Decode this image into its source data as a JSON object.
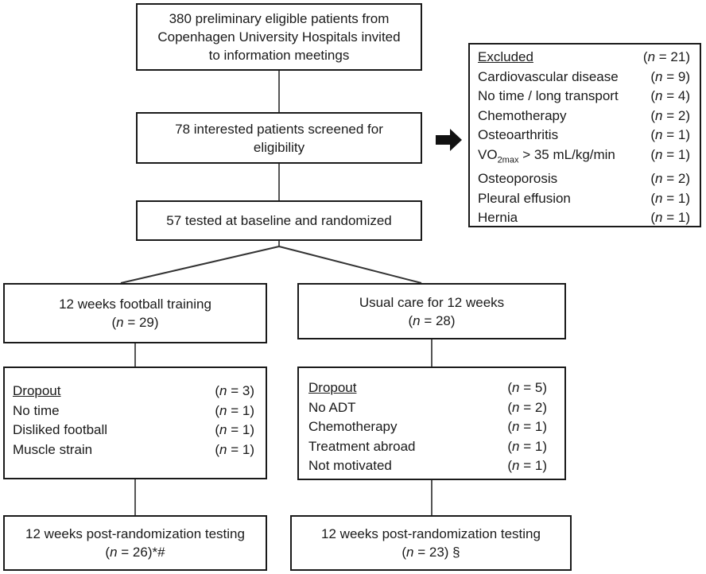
{
  "boxes": {
    "invited": {
      "lines": [
        "380 preliminary eligible patients from",
        "Copenhagen University Hospitals invited",
        "to information meetings"
      ]
    },
    "screened": {
      "lines": [
        "78 interested patients screened for",
        "eligibility"
      ]
    },
    "randomized": {
      "text": "57 tested at baseline and randomized"
    },
    "football": {
      "title": "12 weeks football training",
      "n_label": "n",
      "n_value": "= 29)"
    },
    "usual_care": {
      "title": "Usual care for 12 weeks",
      "n_label": "n",
      "n_value": "= 28)"
    },
    "post_left": {
      "title": "12 weeks post-randomization testing",
      "n_label": "n",
      "n_value": "= 26)*#"
    },
    "post_right": {
      "title": "12 weeks post-randomization testing",
      "n_label": "n",
      "n_value": "= 23) §"
    }
  },
  "excluded": {
    "header": "Excluded",
    "header_n": "= 21)",
    "items": [
      {
        "label": "Cardiovascular disease",
        "n": "= 9)"
      },
      {
        "label": "No time / long transport",
        "n": "= 4)"
      },
      {
        "label": "Chemotherapy",
        "n": "= 2)"
      },
      {
        "label": "Osteoarthritis",
        "n": "= 1)"
      },
      {
        "label_pre": "VO",
        "label_sub": "2max",
        "label_post": " > 35 mL/kg/min",
        "n": "= 1)"
      },
      {
        "label": "Osteoporosis",
        "n": "= 2)"
      },
      {
        "label": "Pleural effusion",
        "n": "= 1)"
      },
      {
        "label": "Hernia",
        "n": "= 1)"
      }
    ]
  },
  "dropout_left": {
    "header": "Dropout",
    "header_n": "= 3)",
    "items": [
      {
        "label": "No time",
        "n": "= 1)"
      },
      {
        "label": "Disliked football",
        "n": "= 1)"
      },
      {
        "label": "Muscle strain",
        "n": "= 1)"
      }
    ]
  },
  "dropout_right": {
    "header": "Dropout",
    "header_n": "= 5)",
    "items": [
      {
        "label": "No ADT",
        "n": "= 2)"
      },
      {
        "label": "Chemotherapy",
        "n": "= 1)"
      },
      {
        "label": "Treatment abroad",
        "n": "= 1)"
      },
      {
        "label": "Not motivated",
        "n": "= 1)"
      }
    ]
  },
  "n_symbol": "n",
  "open_paren": "("
}
